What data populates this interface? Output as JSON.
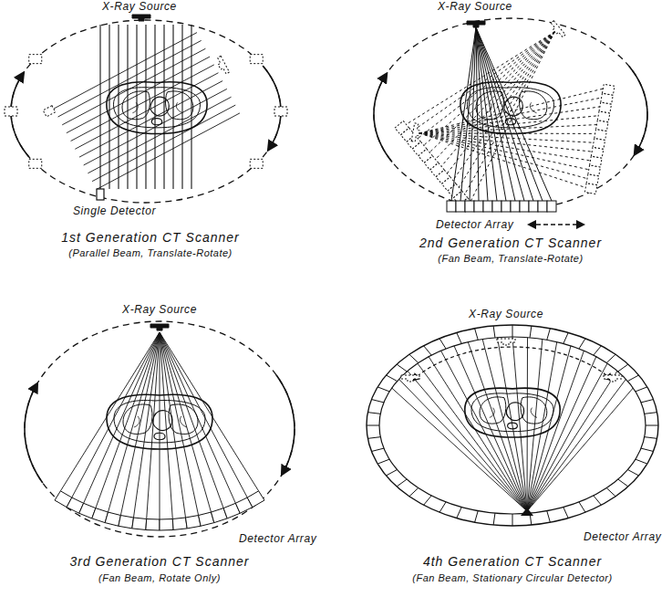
{
  "diagram": {
    "labels": [
      "X-Ray Source",
      "Single Detector",
      "1st Generation CT Scanner",
      "(Parallel Beam, Translate-Rotate)",
      "X-Ray Source",
      "Detector Array",
      "2nd Generation CT Scanner",
      "(Fan Beam, Translate-Rotate)",
      "X-Ray Source",
      "Detector Array",
      "3rd Generation CT Scanner",
      "(Fan Beam, Rotate Only)",
      "X-Ray Source",
      "Detector Array",
      "4th Generation CT Scanner",
      "(Fan Beam, Stationary Circular Detector)"
    ]
  }
}
